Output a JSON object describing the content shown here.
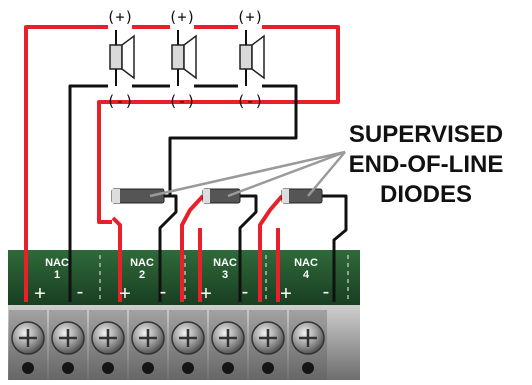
{
  "speakers": [
    {
      "plus_label": "(+)",
      "minus_label": "(-)"
    },
    {
      "plus_label": "(+)",
      "minus_label": "(-)"
    },
    {
      "plus_label": "(+)",
      "minus_label": "(-)"
    }
  ],
  "callout": {
    "line1": "SUPERVISED",
    "line2": "END-OF-LINE",
    "line3": "DIODES"
  },
  "terminal_block": {
    "nac_prefix": "NAC",
    "circuits": [
      {
        "number": "1",
        "plus": "+",
        "minus": "-"
      },
      {
        "number": "2",
        "plus": "+",
        "minus": "-"
      },
      {
        "number": "3",
        "plus": "+",
        "minus": "-"
      },
      {
        "number": "4",
        "plus": "+",
        "minus": "-"
      }
    ]
  },
  "colors": {
    "positive_wire": "#e8202a",
    "negative_wire": "#111111",
    "board_green": "#1f4a28",
    "screw_metal": "#8c8c8c",
    "diode_body": "#555555",
    "callout_line": "#9a9a9a"
  }
}
